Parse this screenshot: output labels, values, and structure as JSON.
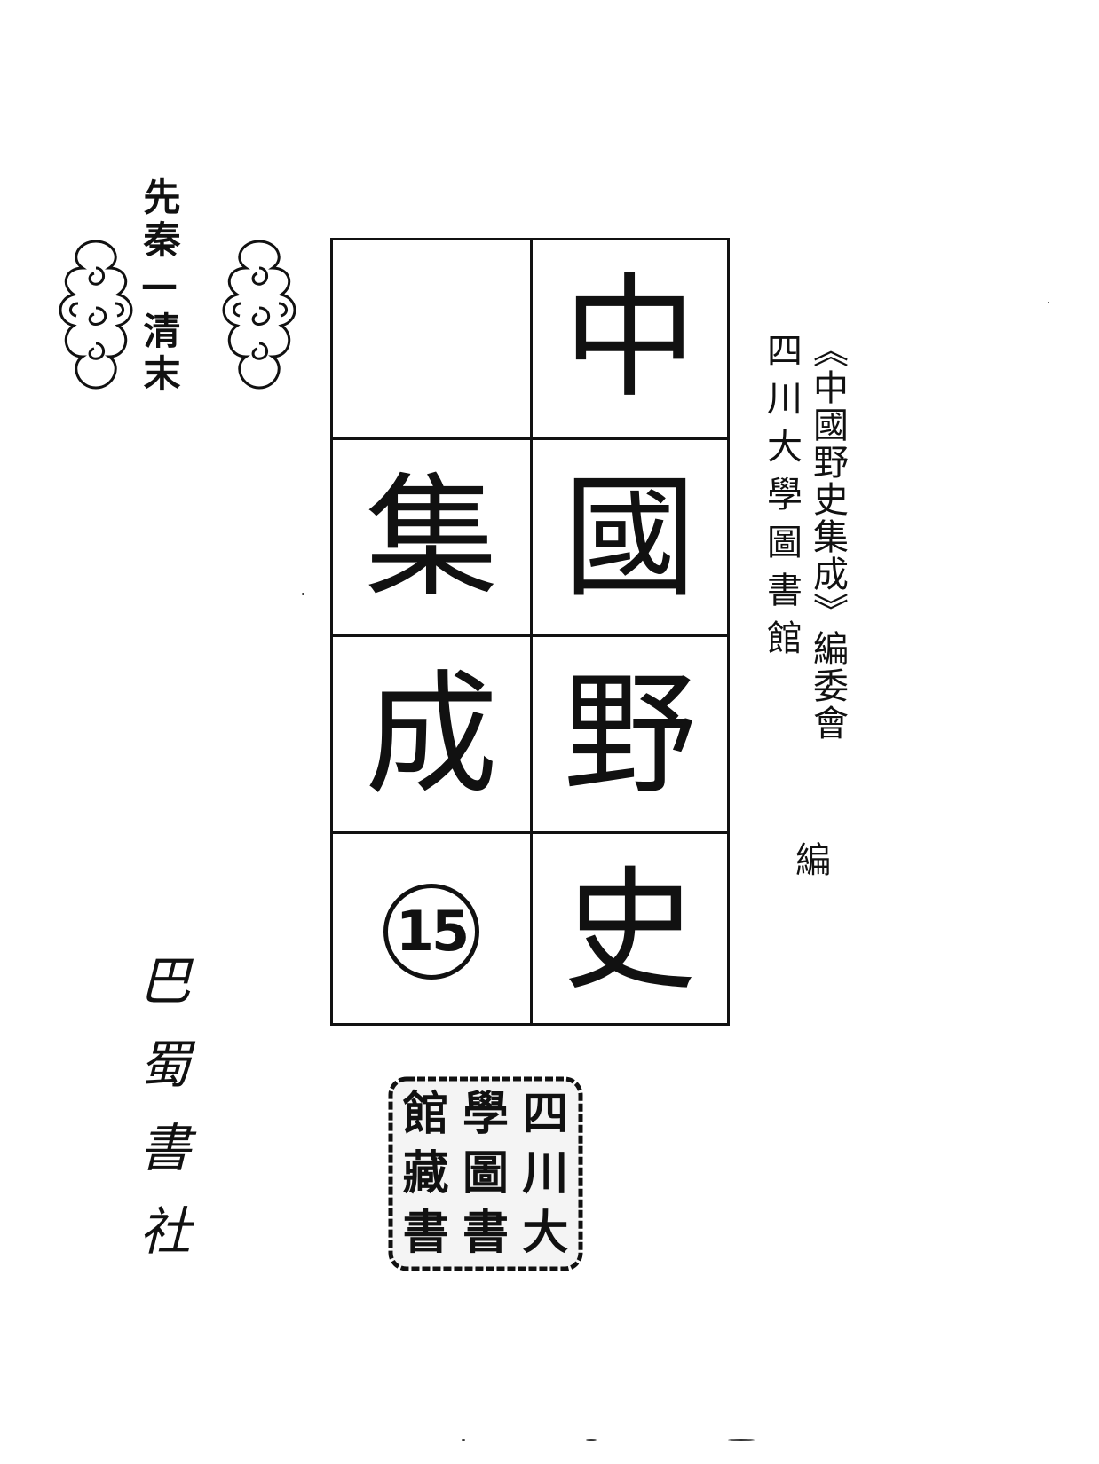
{
  "period": "先秦—清末",
  "title": {
    "right_column": [
      "中",
      "國",
      "野",
      "史"
    ],
    "left_column": [
      "",
      "集",
      "成",
      ""
    ],
    "volume": "15"
  },
  "editors": {
    "committee": "《中國野史集成》編委會",
    "library": "四川大學圖書館",
    "suffix": "編"
  },
  "publisher": "巴蜀書社",
  "seal": {
    "characters": [
      "四",
      "學",
      "館",
      "川",
      "圖",
      "藏",
      "大",
      "書",
      "書"
    ]
  },
  "icons": {
    "ornament_left": "cloud-ornament-icon",
    "ornament_right": "cloud-ornament-icon"
  }
}
